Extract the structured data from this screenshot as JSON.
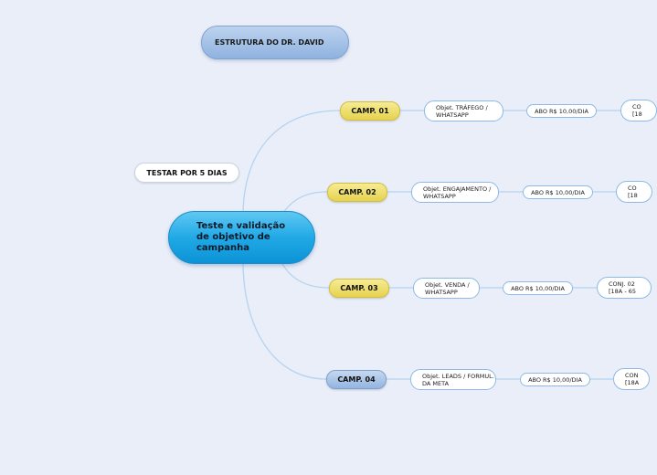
{
  "header_title": "ESTRUTURA DO DR. DAVID",
  "note": "TESTAR POR 5 DIAS",
  "root_label": "Teste e validação de objetivo de campanha",
  "campaigns": [
    {
      "label": "CAMP. 01",
      "objective": "Objet. TRÁFEGO / WHATSAPP",
      "budget": "ABO R$ 10,00/DIA",
      "set": "CO\n[18"
    },
    {
      "label": "CAMP. 02",
      "objective": "Objet. ENGAJAMENTO / WHATSAPP",
      "budget": "ABO R$ 10,00/DIA",
      "set": "CO\n[18"
    },
    {
      "label": "CAMP. 03",
      "objective": "Objet. VENDA / WHATSAPP",
      "budget": "ABO R$ 10,00/DIA",
      "set": "CONJ. 02\n[18A - 65"
    },
    {
      "label": "CAMP. 04",
      "objective": "Objet. LEADS / FORMUL. DA META",
      "budget": "ABO R$ 10,00/DIA",
      "set": "CON\n[18A"
    }
  ],
  "colors": {
    "background": "#e9eef9",
    "connector": "#b5d3f0",
    "root": "#21a9e6",
    "camp_yellow": "#ecd95f",
    "camp_blue": "#a7c3e8"
  }
}
